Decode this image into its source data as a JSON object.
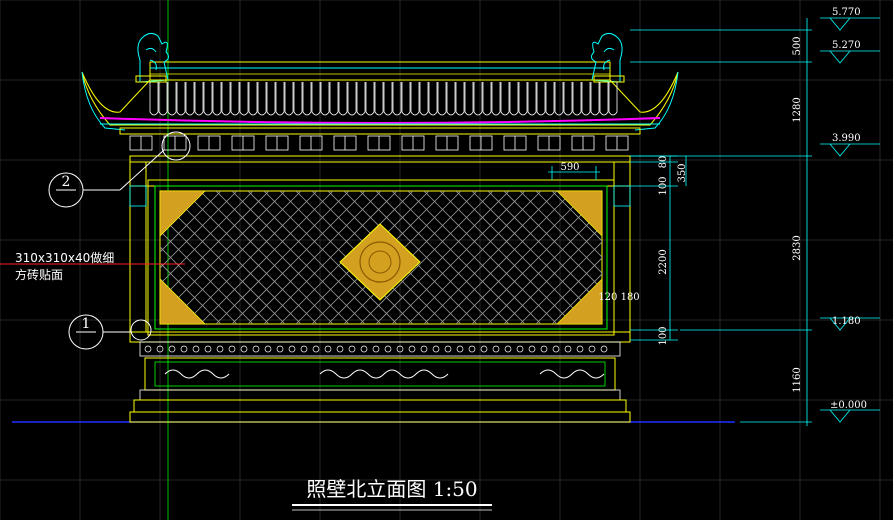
{
  "title": "照壁北立面图 1:50",
  "annotation": {
    "material_line1": "310x310x40做细",
    "material_line2": "方砖贴面"
  },
  "callouts": [
    "2",
    "1"
  ],
  "elevations": [
    "5.770",
    "5.270",
    "3.990",
    "1.180",
    "±0.000"
  ],
  "dims_outer": [
    "500",
    "1280",
    "2830",
    "1160"
  ],
  "dims_inner": [
    "80",
    "100",
    "350",
    "2200",
    "100"
  ],
  "dim_horizontal": "590",
  "dim_pair": "120 180",
  "colors": {
    "background": "#000000",
    "grid": "#2a2a2a",
    "yellow": "#ffff00",
    "cyan": "#00ffff",
    "green": "#00ff00",
    "white": "#ffffff",
    "magenta": "#ff00ff",
    "orange": "#d4a020",
    "blue_ground": "#2020ff",
    "red": "#ff2020"
  }
}
